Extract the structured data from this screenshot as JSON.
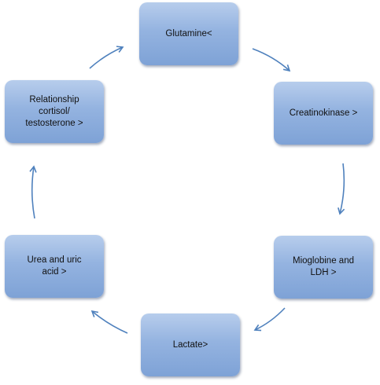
{
  "nodes": {
    "glutamine": "Glutamine<",
    "creatinokinase": "Creatinokinase >",
    "mioglobine": "Mioglobine and\nLDH >",
    "lactate": "Lactate>",
    "urea": "Urea and uric\nacid >",
    "relationship": "Relationship\ncortisol/\ntestosterone >"
  },
  "colors": {
    "arrow": "#4f81bd",
    "box_top": "#b7cdec",
    "box_bottom": "#7ea2d6"
  }
}
